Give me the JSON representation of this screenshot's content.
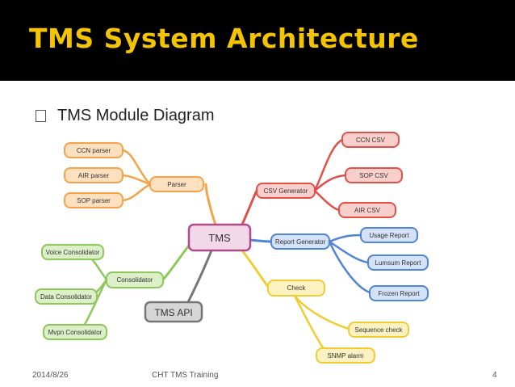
{
  "slide": {
    "title": "TMS System Architecture",
    "bullet": "TMS Module Diagram",
    "footer_date": "2014/8/26",
    "footer_center": "CHT TMS Training",
    "page_number": "4"
  },
  "diagram": {
    "center": "TMS",
    "parser": "Parser",
    "ccn_parser": "CCN parser",
    "air_parser": "AIR parser",
    "sop_parser": "SOP parser",
    "csv_generator": "CSV Generator",
    "ccn_csv": "CCN CSV",
    "sop_csv": "SOP CSV",
    "air_csv": "AIR CSV",
    "report_generator": "Report Generator",
    "usage_report": "Usage Report",
    "lumsum_report": "Lumsum Report",
    "frozen_report": "Frozen Report",
    "check": "Check",
    "sequence_check": "Sequence check",
    "snmp_alarm": "SNMP alarm",
    "consolidator": "Consolidator",
    "voice_consolidator": "Voice Consolidator",
    "data_consolidator": "Data Consolidator",
    "mvpn_consolidator": "Mvpn Consolidator",
    "tms_api": "TMS API"
  },
  "colors": {
    "title": "#f5c400",
    "parser": "#f4a34a",
    "csv": "#e0504a",
    "report": "#4f84d6",
    "check": "#f1cd34",
    "consolidator": "#8cc85a",
    "center": "#b04a8a",
    "api": "#777777"
  }
}
